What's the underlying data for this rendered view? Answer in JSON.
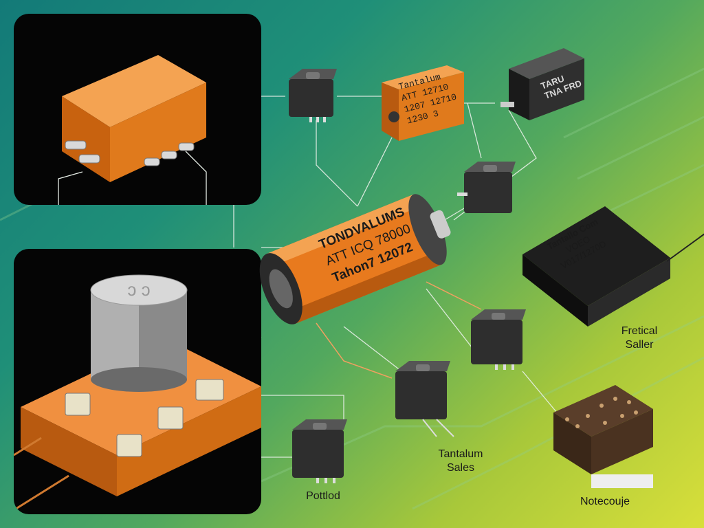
{
  "labels": {
    "fretical": "Fretical\nSaller",
    "tantalum_sales": "Tantalum\nSales",
    "potted": "Pottlod",
    "notecoue": "Notecouje"
  },
  "chip_text": {
    "tantalum_top": [
      "Tantalum",
      "ATT 12710",
      "1207 12710",
      "1230 3"
    ],
    "capacitor_main": [
      "TONDVALUMS",
      "ATT ICQ 78000",
      "Tahon7 12072"
    ],
    "dark_module": [
      "TARU",
      "TNA FRD"
    ],
    "flat_module": [
      "Tantallo Com",
      "VOEO",
      "V017/1270D"
    ]
  },
  "colors": {
    "orange": "#e07a1c",
    "dark": "#2a2a2a",
    "panel": "#050505"
  }
}
